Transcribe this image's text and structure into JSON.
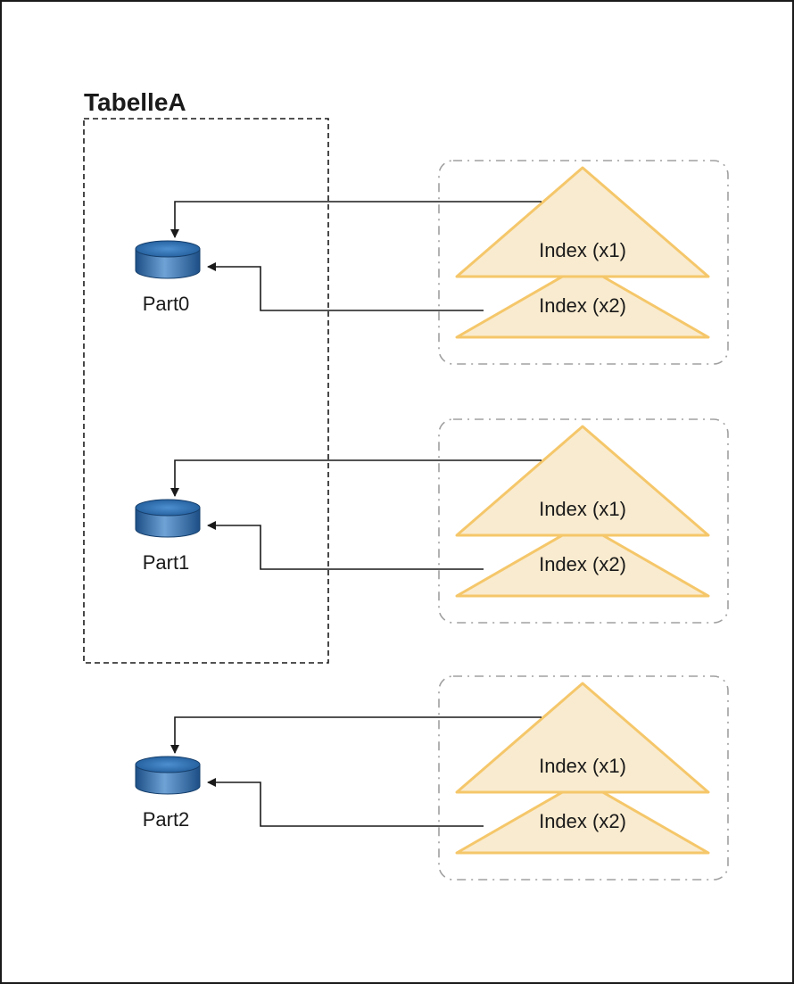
{
  "table": {
    "title": "TabelleA"
  },
  "partitions": [
    {
      "label": "Part0",
      "indexes": [
        {
          "label": "Index (x1)"
        },
        {
          "label": "Index (x2)"
        }
      ]
    },
    {
      "label": "Part1",
      "indexes": [
        {
          "label": "Index (x1)"
        },
        {
          "label": "Index (x2)"
        }
      ]
    },
    {
      "label": "Part2",
      "indexes": [
        {
          "label": "Index (x1)"
        },
        {
          "label": "Index (x2)"
        }
      ]
    }
  ],
  "colors": {
    "triangle_fill": "#f9ebcf",
    "triangle_stroke": "#f5c76a",
    "cylinder_body": "#2f6aa8",
    "cylinder_top": "#3e82c6",
    "line": "#1a1a1a",
    "group_border": "#a0a0a0",
    "table_border": "#1a1a1a"
  }
}
